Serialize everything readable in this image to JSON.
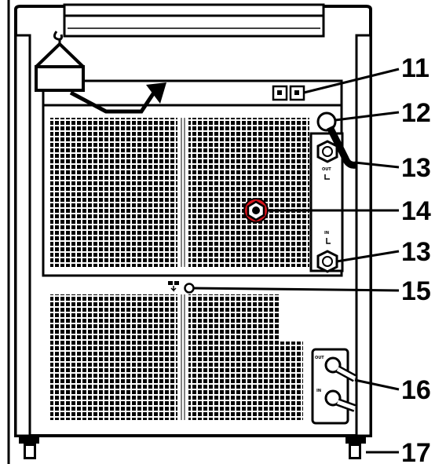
{
  "diagram": {
    "callouts": [
      {
        "id": "callout-11",
        "label": "11"
      },
      {
        "id": "callout-12",
        "label": "12"
      },
      {
        "id": "callout-13-top",
        "label": "13"
      },
      {
        "id": "callout-14",
        "label": "14"
      },
      {
        "id": "callout-13-bottom",
        "label": "13"
      },
      {
        "id": "callout-15",
        "label": "15"
      },
      {
        "id": "callout-16",
        "label": "16"
      },
      {
        "id": "callout-17",
        "label": "17"
      }
    ],
    "port_labels": {
      "upper_out": "OUT",
      "upper_in": "IN",
      "lower_out": "OUT",
      "lower_in": "IN"
    },
    "colors": {
      "outline": "#000000",
      "background": "#ffffff",
      "valve_highlight": "#d8141c"
    },
    "icons": [
      "lifting-hook-icon",
      "arrow-icon",
      "drain-icon",
      "caster-icon",
      "coolant-valve-icon"
    ]
  }
}
